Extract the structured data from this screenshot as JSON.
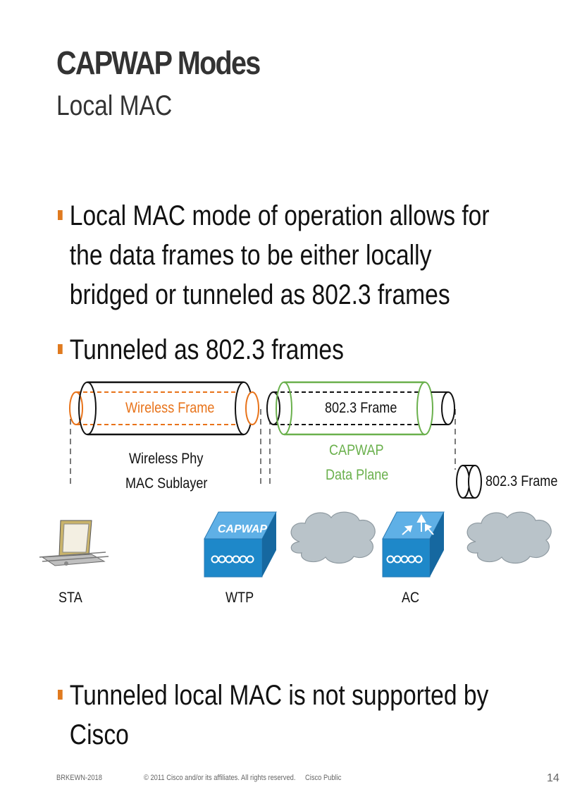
{
  "header": {
    "title": "CAPWAP Modes",
    "subtitle": "Local MAC"
  },
  "bullets": [
    "Local MAC mode of operation allows for the data frames to be either locally bridged or tunneled as 802.3 frames",
    "Tunneled as 802.3 frames",
    "Tunneled local MAC is not supported by Cisco"
  ],
  "diagram": {
    "wireless_frame": "Wireless Frame",
    "frame_8023": "802.3 Frame",
    "wireless_phy_line1": "Wireless Phy",
    "wireless_phy_line2": "MAC Sublayer",
    "capwap_line1": "CAPWAP",
    "capwap_line2": "Data Plane",
    "frame_8023_right": "802.3 Frame",
    "wtp_badge": "CAPWAP",
    "devices": [
      "STA",
      "WTP",
      "AC"
    ],
    "colors": {
      "orange": "#e8731a",
      "green": "#6ab04c",
      "device_blue": "#1e88c9",
      "cloud": "#b9c3c9"
    }
  },
  "footer": {
    "code": "BRKEWN-2018",
    "copyright": "© 2011 Cisco and/or its affiliates. All rights reserved.",
    "classification": "Cisco Public",
    "page": "14"
  }
}
